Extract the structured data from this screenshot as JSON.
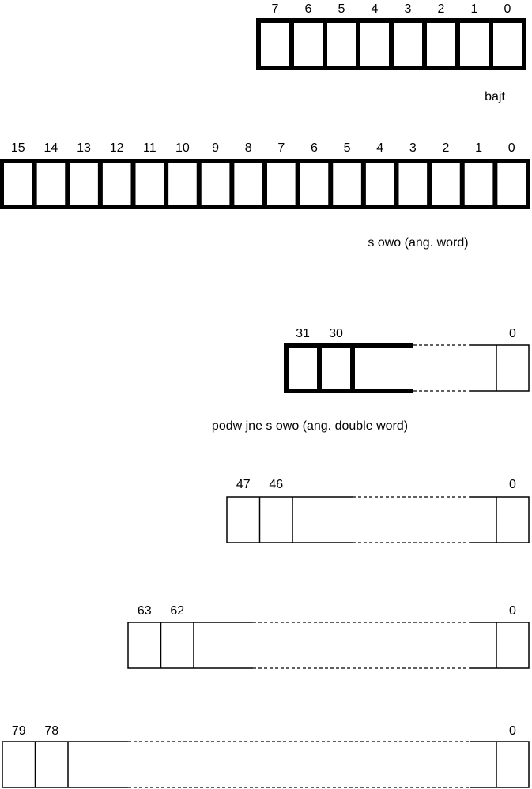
{
  "registers": [
    {
      "id": "byte",
      "bits": [
        "7",
        "6",
        "5",
        "4",
        "3",
        "2",
        "1",
        "0"
      ],
      "caption": "bajt"
    },
    {
      "id": "word",
      "bits": [
        "15",
        "14",
        "13",
        "12",
        "11",
        "10",
        "9",
        "8",
        "7",
        "6",
        "5",
        "4",
        "3",
        "2",
        "1",
        "0"
      ],
      "caption": "s owo (ang. word)"
    },
    {
      "id": "dword",
      "bits": [
        "31",
        "30",
        "0"
      ],
      "caption": "podw jne s owo (ang. double word)"
    },
    {
      "id": "r48",
      "bits": [
        "47",
        "46",
        "0"
      ],
      "caption": ""
    },
    {
      "id": "r64",
      "bits": [
        "63",
        "62",
        "0"
      ],
      "caption": ""
    },
    {
      "id": "r80",
      "bits": [
        "79",
        "78",
        "0"
      ],
      "caption": ""
    }
  ]
}
